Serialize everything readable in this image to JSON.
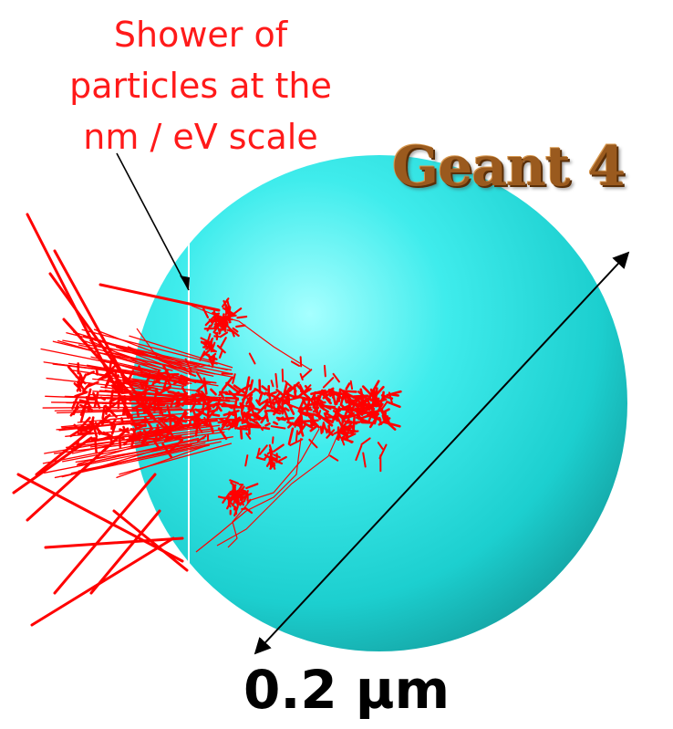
{
  "annotation": {
    "lines": [
      "Shower of",
      "particles at the",
      "nm / eV scale"
    ]
  },
  "logo": {
    "text": "Geant 4"
  },
  "scale": {
    "label": "0.2 µm"
  },
  "colors": {
    "sphere": "#2ee6e6",
    "shower": "#ff0000",
    "arrow": "#000000",
    "logo": "#9a5a1e"
  },
  "icons": {
    "scale_arrow": "double-headed-arrow-icon"
  }
}
